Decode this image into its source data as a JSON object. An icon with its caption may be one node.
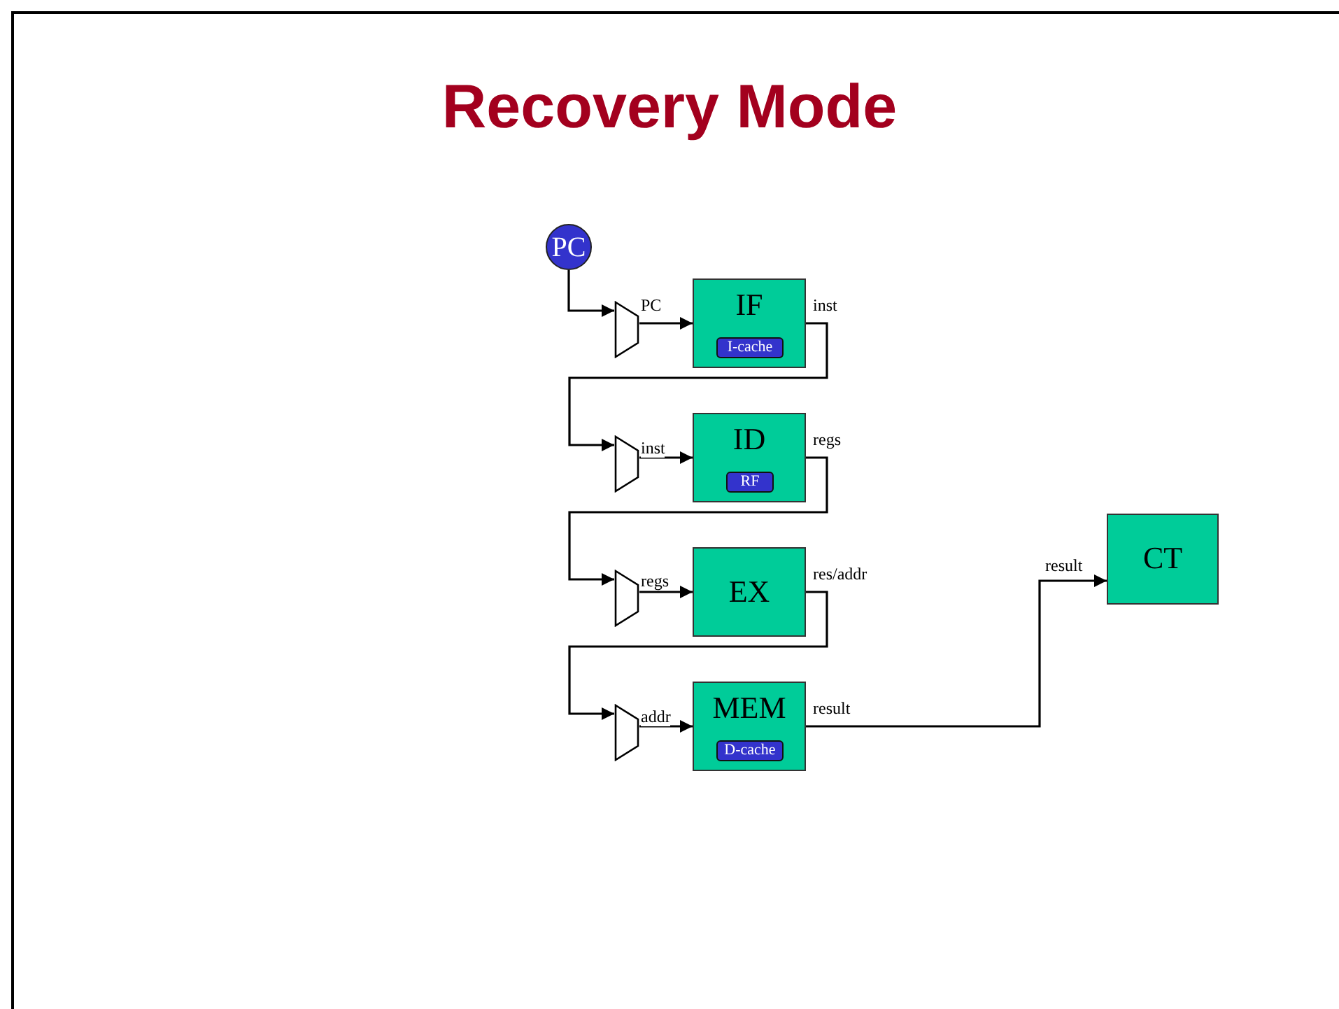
{
  "diagram": {
    "title": "Recovery Mode",
    "nodes": [
      {
        "text": [
          "PC"
        ]
      },
      {
        "text": [],
        "shape": "trapezoid"
      },
      {
        "text": [
          "IF"
        ]
      },
      {
        "text": [
          "I-cache"
        ],
        "in": 2
      },
      {
        "text": [],
        "shape": "trapezoid"
      },
      {
        "text": [
          "ID"
        ]
      },
      {
        "text": [
          "RF"
        ],
        "in": 5
      },
      {
        "text": [],
        "shape": "trapezoid"
      },
      {
        "text": [
          "EX"
        ]
      },
      {
        "text": [],
        "shape": "trapezoid"
      },
      {
        "text": [
          "MEM"
        ]
      },
      {
        "text": [
          "D-cache"
        ],
        "in": 10
      },
      {
        "text": [
          "CT"
        ]
      }
    ],
    "edges": [
      {
        "from": 0,
        "to": 1,
        "arrow": "to"
      },
      {
        "from": 1,
        "to": 2,
        "arrow": "to",
        "label": "PC"
      },
      {
        "from": 2,
        "to": 4,
        "arrow": "to",
        "label": "inst"
      },
      {
        "from": 4,
        "to": 5,
        "arrow": "to",
        "label": "inst"
      },
      {
        "from": 5,
        "to": 7,
        "arrow": "to",
        "label": "regs"
      },
      {
        "from": 7,
        "to": 8,
        "arrow": "to",
        "label": "regs"
      },
      {
        "from": 8,
        "to": 9,
        "arrow": "to",
        "label": "res/addr"
      },
      {
        "from": 9,
        "to": 10,
        "arrow": "to",
        "label": "addr"
      },
      {
        "from": 10,
        "to": 12,
        "arrow": "to",
        "label": "result"
      }
    ],
    "labels": [
      "result"
    ]
  }
}
